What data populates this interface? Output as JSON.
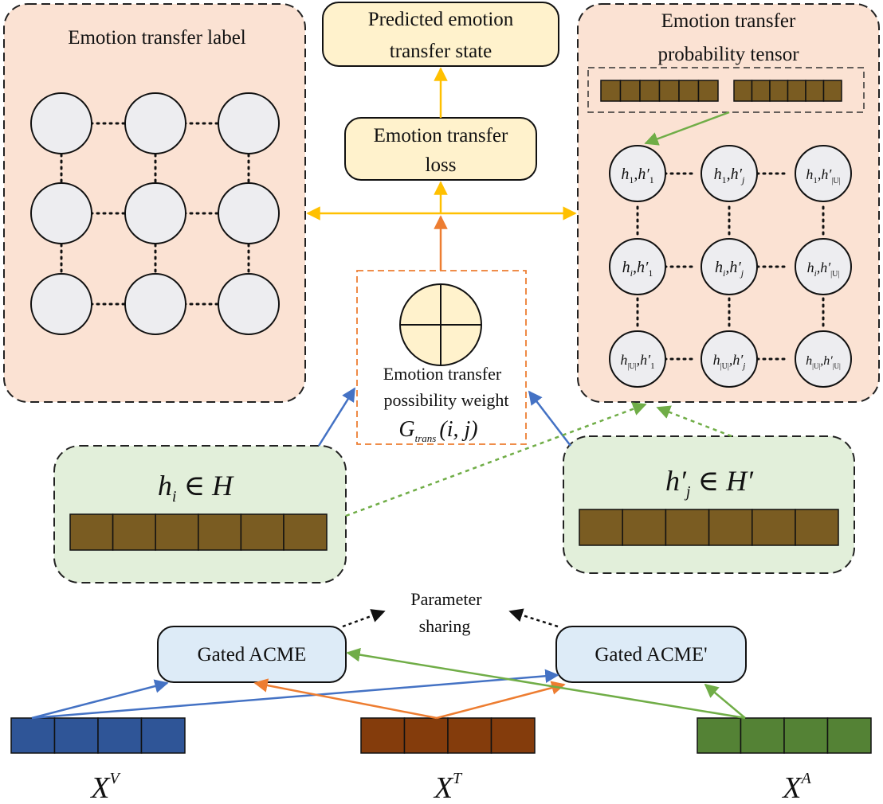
{
  "labels": {
    "predicted_state_line1": "Predicted emotion",
    "predicted_state_line2": "transfer state",
    "loss_line1": "Emotion transfer",
    "loss_line2": "loss",
    "label_panel_title": "Emotion transfer label",
    "prob_panel_title_line1": "Emotion transfer",
    "prob_panel_title_line2": "probability tensor",
    "weight_line1": "Emotion transfer",
    "weight_line2": "possibility weight",
    "param_sharing_line1": "Parameter",
    "param_sharing_line2": "sharing",
    "gated_acme": "Gated ACME",
    "gated_acme_prime": "Gated ACME'"
  },
  "math": {
    "weight_formula_main": "G",
    "weight_formula_sub": "trans",
    "weight_formula_args": "(i, j)",
    "h_i_base": "h",
    "h_i_sub": "i",
    "h_i_rest": " ∈ H",
    "h_j_base": "h′",
    "h_j_sub": "j",
    "h_j_rest": " ∈ H′",
    "xv_base": "X",
    "xv_sup": "V",
    "xt_base": "X",
    "xt_sup": "T",
    "xa_base": "X",
    "xa_sup": "A"
  },
  "tensor_nodes": {
    "n11": [
      "1",
      "1"
    ],
    "n1j": [
      "1",
      "j"
    ],
    "n1u": [
      "1",
      "|U|"
    ],
    "ni1": [
      "i",
      "1"
    ],
    "nij": [
      "i",
      "j"
    ],
    "niu": [
      "i",
      "|U|"
    ],
    "nu1": [
      "|U|",
      "1"
    ],
    "nuj": [
      "|U|",
      "j"
    ],
    "nuu": [
      "|U|",
      "|U|"
    ]
  },
  "colors": {
    "panel_fill": "#fbe2d3",
    "output_box_fill": "#fff2cc",
    "hidden_box_fill": "#e2efda",
    "acme_box_fill": "#ddebf7",
    "node_fill": "#ededf0",
    "cell_brown": "#7a5c22",
    "visual_blue": "#2f5597",
    "text_red": "#843c0c",
    "audio_green": "#548235",
    "arrow_yellow": "#ffc000",
    "arrow_orange": "#ed7d31",
    "arrow_blue": "#4472c4",
    "arrow_green": "#70ad47"
  }
}
